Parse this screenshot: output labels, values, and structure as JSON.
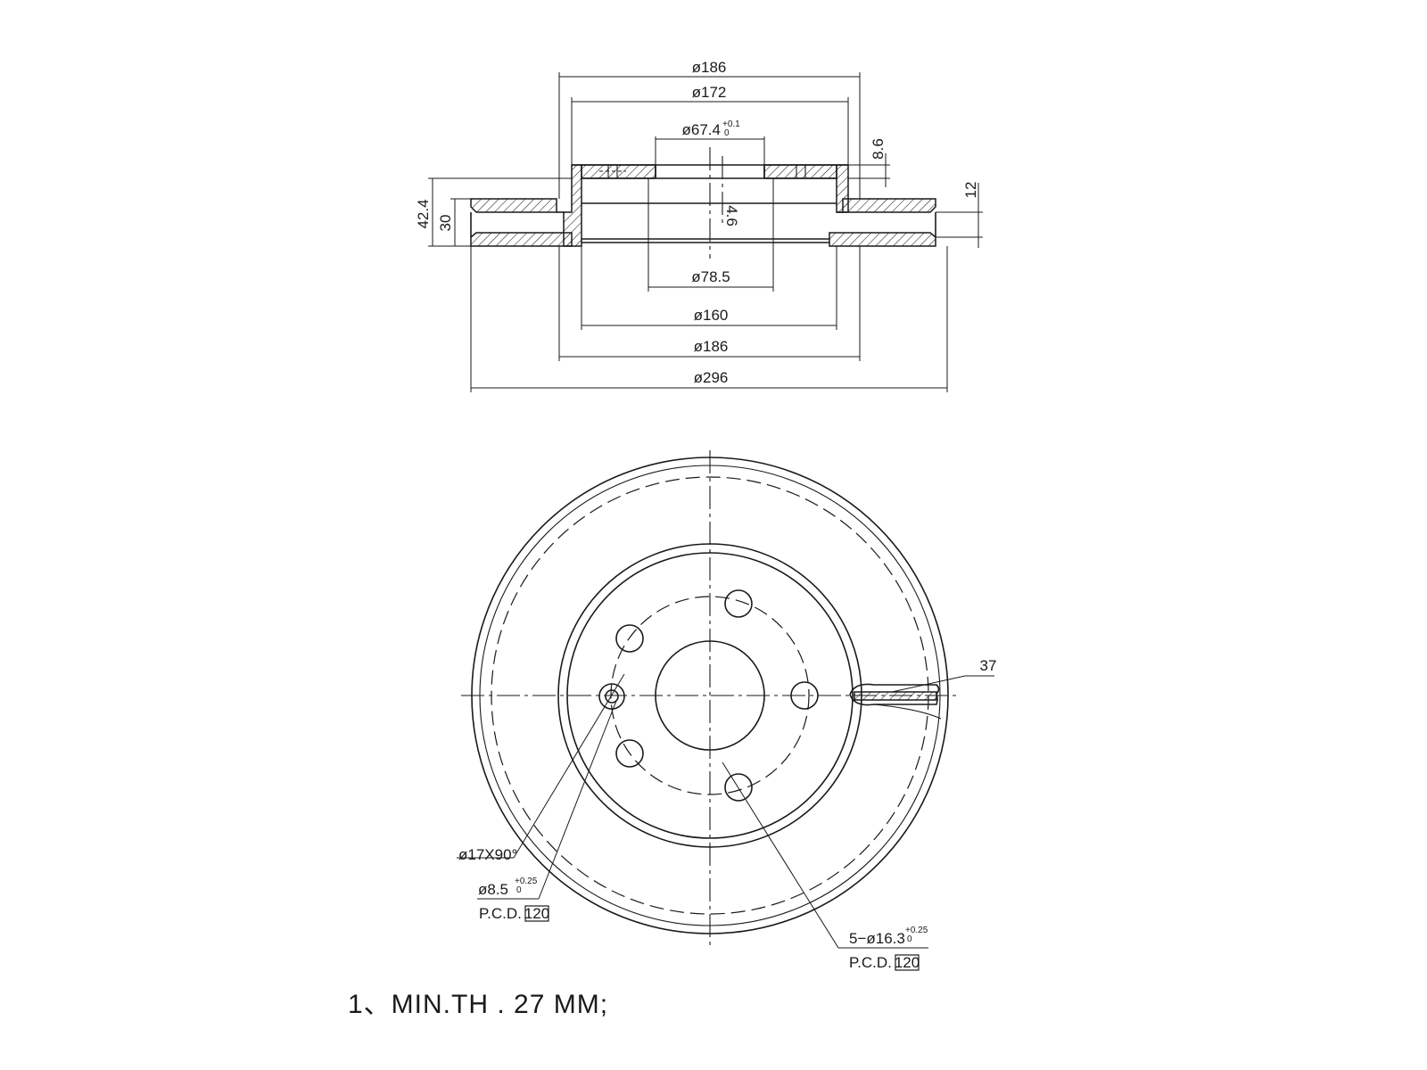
{
  "section_view": {
    "dim_outer_hat": "ø186",
    "dim_hat_top": "ø172",
    "dim_center_bore": "ø67.4",
    "dim_center_bore_tol_upper": "+0.1",
    "dim_center_bore_tol_lower": "0",
    "dim_hat_wall": "8.6",
    "dim_vent_gap": "12",
    "dim_total_height": "42.4",
    "dim_disc_thickness": "30",
    "dim_hat_offset": "4.6",
    "dim_inner_recess": "ø78.5",
    "dim_vent_inner": "ø160",
    "dim_hat_base": "ø186",
    "dim_disc_outer": "ø296"
  },
  "front_view": {
    "label_slot_width": "37",
    "label_chamfer": "ø17X90°",
    "label_small_hole": "ø8.5",
    "label_small_hole_tol_upper": "+0.25",
    "label_small_hole_tol_lower": "0",
    "label_small_hole_pcd_prefix": "P.C.D.",
    "label_small_hole_pcd_value": "120",
    "label_bolt_holes": "5−ø16.3",
    "label_bolt_holes_tol_upper": "+0.25",
    "label_bolt_holes_tol_lower": "0",
    "label_bolt_holes_pcd_prefix": "P.C.D.",
    "label_bolt_holes_pcd_value": "120"
  },
  "note": "1、MIN.TH . 27 MM;"
}
